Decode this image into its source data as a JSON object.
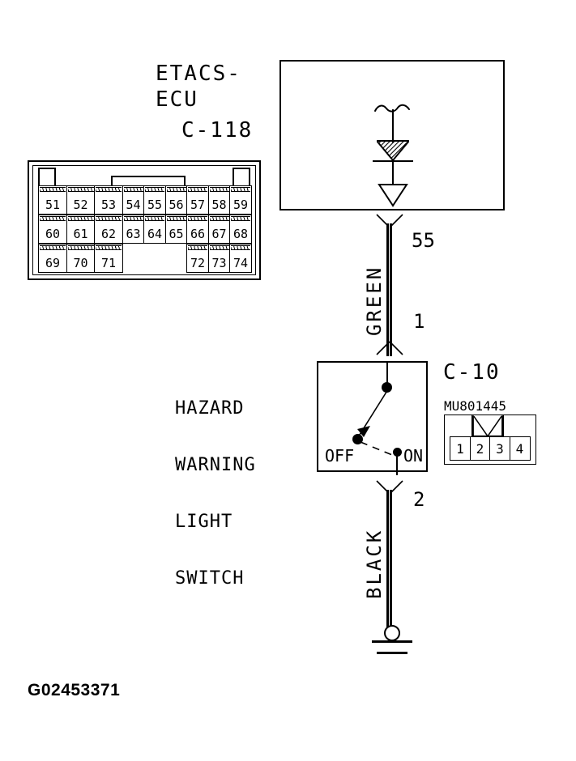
{
  "diagram": {
    "footer_code": "G02453371",
    "ecu": {
      "name_line1": "ETACS-",
      "name_line2": "ECU",
      "connector_id": "C-118",
      "internal_symbol": "zener-diode-to-ground",
      "pin_rows": [
        {
          "row": 1,
          "pins": [
            "51",
            "52",
            "53",
            "54",
            "55",
            "56",
            "57",
            "58",
            "59"
          ]
        },
        {
          "row": 2,
          "pins": [
            "60",
            "61",
            "62",
            "63",
            "64",
            "65",
            "66",
            "67",
            "68"
          ]
        },
        {
          "row": 3,
          "pins": [
            "69",
            "70",
            "71",
            "",
            "",
            "",
            "72",
            "73",
            "74"
          ]
        }
      ]
    },
    "wires": [
      {
        "id": "green-wire",
        "color_name": "GREEN",
        "color_hex": "#000000",
        "top_pin": "55",
        "bottom_pin": "1"
      },
      {
        "id": "black-wire",
        "color_name": "BLACK",
        "color_hex": "#000000",
        "top_pin": "2",
        "bottom_pin": ""
      }
    ],
    "switch": {
      "label_lines": [
        "HAZARD",
        "WARNING",
        "LIGHT",
        "SWITCH"
      ],
      "connector_id": "C-10",
      "position_off": "OFF",
      "position_on": "ON"
    },
    "mu_connector": {
      "part_number": "MU801445",
      "pins": [
        "1",
        "2",
        "3",
        "4"
      ]
    },
    "ground": {
      "symbol": "chassis-ground"
    }
  }
}
